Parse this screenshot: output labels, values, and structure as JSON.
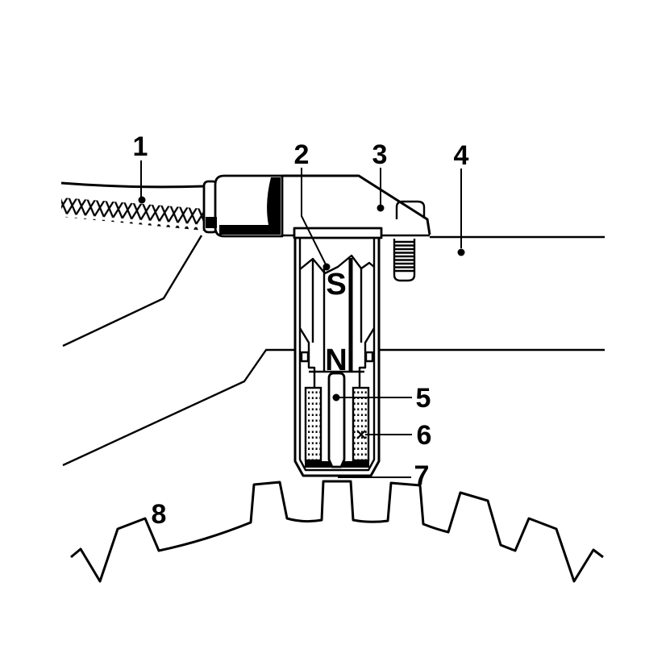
{
  "colors": {
    "ink": "#000000",
    "paper": "#ffffff"
  },
  "diagram": {
    "callouts": [
      "1",
      "2",
      "3",
      "4",
      "5",
      "6",
      "7",
      "8"
    ],
    "magnet": {
      "pole_top": "S",
      "pole_bottom": "N"
    }
  }
}
